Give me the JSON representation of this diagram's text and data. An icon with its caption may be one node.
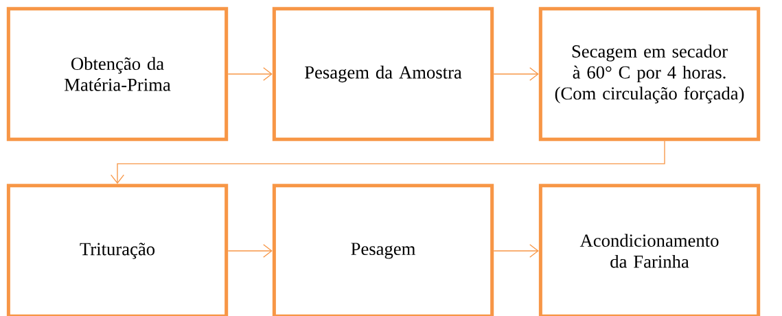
{
  "diagram": {
    "nodes": [
      {
        "text": [
          "Obtenção da Matéria-Prima"
        ]
      },
      {
        "text": [
          "Pesagem da Amostra"
        ]
      },
      {
        "text": [
          "Secagem em secador à 60° C por 4 horas. (Com circulação forçada)"
        ]
      },
      {
        "text": [
          "Trituração"
        ]
      },
      {
        "text": [
          "Pesagem"
        ]
      },
      {
        "text": [
          "Acondicionamento da Farinha"
        ]
      }
    ],
    "edges": [
      {
        "from": 0,
        "to": 1,
        "arrow": "to"
      },
      {
        "from": 1,
        "to": 2,
        "arrow": "to"
      },
      {
        "from": 2,
        "to": 3,
        "arrow": "to"
      },
      {
        "from": 3,
        "to": 4,
        "arrow": "to"
      },
      {
        "from": 4,
        "to": 5,
        "arrow": "to"
      }
    ]
  }
}
